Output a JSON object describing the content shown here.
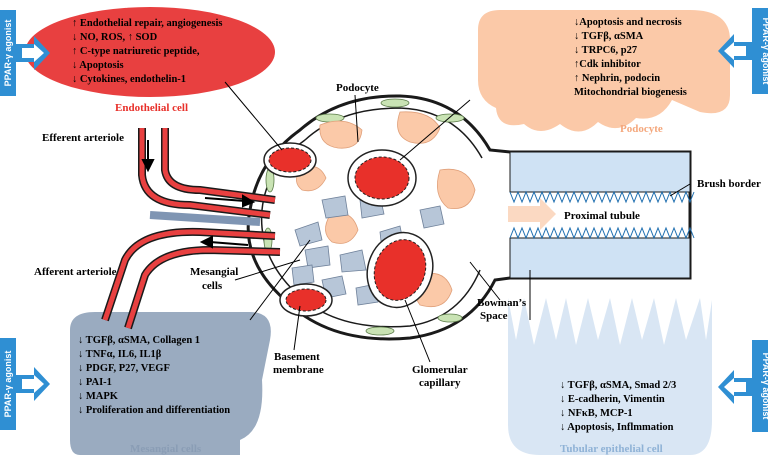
{
  "endothelial": {
    "title": "Endothelial cell",
    "title_color": "#e8302a",
    "bubble_color": "#e84040",
    "lines": [
      "↑ Endothelial repair, angiogenesis",
      "↓ NO, ROS, ↑ SOD",
      "↑ C-type natriuretic peptide,",
      "↓ Apoptosis",
      "↓ Cytokines, endothelin-1"
    ]
  },
  "podocyte": {
    "title": "Podocyte",
    "title_color": "#f4a77c",
    "bubble_color": "#fbc9a8",
    "lines": [
      "↓Apoptosis and necrosis",
      "↓ TGFβ, αSMA",
      "↓ TRPC6,  p27",
      "↑Cdk inhibitor",
      "↑ Nephrin, podocin",
      "Mitochondrial biogenesis"
    ]
  },
  "mesangial": {
    "title": "Mesangial cells",
    "title_color": "#8a9db5",
    "bubble_color": "#9aabc0",
    "lines": [
      "↓ TGFβ, αSMA, Collagen 1",
      "↓ TNFα, IL6, IL1β",
      "↓ PDGF, P27, VEGF",
      "↓ PAI-1",
      "↓ MAPK",
      "↓ Proliferation and differentiation"
    ]
  },
  "tubular": {
    "title": "Tubular epithelial cell",
    "title_color": "#8fb2d6",
    "bubble_color": "#d9e6f4",
    "lines": [
      "↓ TGFβ, αSMA, Smad 2/3",
      "↓ E-cadherin, Vimentin",
      "↓ NFκB, MCP-1",
      "↓ Apoptosis, Inflmmation"
    ]
  },
  "agonist_label": "PPAR-γ agonist",
  "agonist_color": "#2f8fd3",
  "labels": {
    "podocyte": "Podocyte",
    "efferent": "Efferent arteriole",
    "afferent": "Afferent arteriole",
    "mesangial_1": "Mesangial",
    "mesangial_2": "cells",
    "brush": "Brush border",
    "proximal": "Proximal tubule",
    "bowman_1": "Bowman’s",
    "bowman_2": "Space",
    "basement_1": "Basement",
    "basement_2": "membrane",
    "glomerular_1": "Glomerular",
    "glomerular_2": "capillary"
  }
}
